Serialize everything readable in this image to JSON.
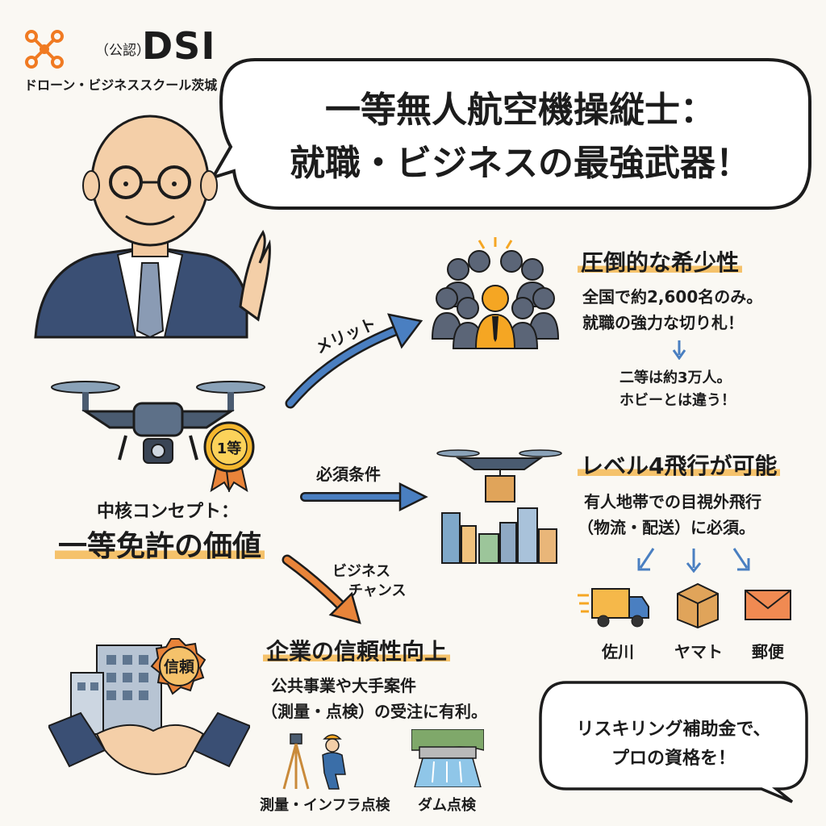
{
  "brand": {
    "prefix": "（公認）",
    "name": "DSI",
    "school": "ドローン・ビジネススクール茨城",
    "logo_color": "#f07a22"
  },
  "headline": {
    "line1": "一等無人航空機操縦士：",
    "line2": "就職・ビジネスの最強武器！"
  },
  "core": {
    "label": "中核コンセプト：",
    "title": "一等免許の価値",
    "badge": "1等"
  },
  "arrows": {
    "merit": "メリット",
    "required": "必須条件",
    "business_line1": "ビジネス",
    "business_line2": "チャンス"
  },
  "rarity": {
    "title": "圧倒的な希少性",
    "line1": "全国で約2,600名のみ。",
    "line2": "就職の強力な切り札！",
    "sub1": "二等は約3万人。",
    "sub2": "ホビーとは違う！"
  },
  "level4": {
    "title": "レベル4飛行が可能",
    "line1": "有人地帯での目視外飛行",
    "line2": "（物流・配送）に必須。",
    "carriers": [
      "佐川",
      "ヤマト",
      "郵便"
    ]
  },
  "trust": {
    "title": "企業の信頼性向上",
    "line1": "公共事業や大手案件",
    "line2": "（測量・点検）の受注に有利。",
    "badge": "信頼",
    "examples": [
      "測量・インフラ点検",
      "ダム点検"
    ]
  },
  "bubble": {
    "line1": "リスキリング補助金で、",
    "line2": "プロの資格を！"
  },
  "colors": {
    "accent": "#f5a623",
    "arrow_blue": "#4a7fc1",
    "arrow_orange": "#e8843a",
    "suit": "#3a4f74"
  }
}
